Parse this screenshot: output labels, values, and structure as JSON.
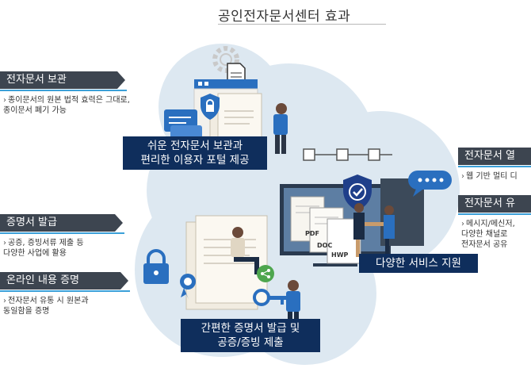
{
  "title": "공인전자문서센터 효과",
  "left_items": [
    {
      "heading": "전자문서 보관",
      "desc": [
        "종이문서의 원본 법적 효력은 그대로,",
        "종이문서 폐기 가능"
      ]
    },
    {
      "heading": "증명서 발급",
      "desc": [
        "공증, 증빙서류 제출 등",
        "다양한 사업에 활용"
      ]
    },
    {
      "heading": "온라인 내용 증명",
      "desc": [
        "전자문서 유통 시 원본과",
        "동일함을 증명"
      ]
    }
  ],
  "right_items": [
    {
      "heading": "전자문서 열",
      "desc": [
        "웹 기반 멀티 디"
      ]
    },
    {
      "heading": "전자문서 유",
      "desc": [
        "메시지/메신저,",
        "다양한 채널로",
        "전자문서 공유"
      ]
    }
  ],
  "callouts": {
    "storage": [
      "쉬운 전자문서 보관과",
      "편리한 이용자 포털 제공"
    ],
    "services": [
      "다양한 서비스 지원"
    ],
    "certificate": [
      "간편한 증명서 발급 및",
      "공증/증빙 제출"
    ]
  },
  "file_types": {
    "pdf": "PDF",
    "doc": "DOC",
    "hwp": "HWP"
  },
  "colors": {
    "tag_bg": "#3d4550",
    "tag_rule": "#3ba0d8",
    "callout_bg": "#0f2e5c",
    "cloud": "#dde8f1",
    "accent": "#2a6fbf"
  },
  "icons": [
    "settings-gear-icon",
    "document-icon",
    "shield-check-icon",
    "chat-bubble-icon",
    "padlock-icon",
    "award-badge-icon",
    "share-icon",
    "key-icon",
    "password-dots-icon"
  ]
}
